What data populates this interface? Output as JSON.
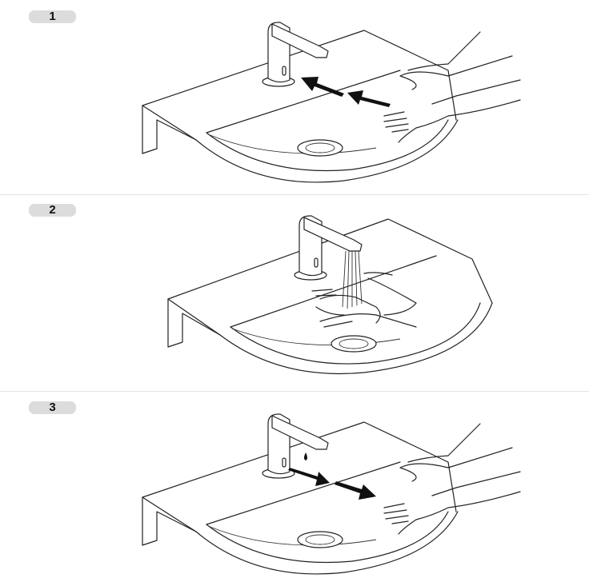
{
  "steps": [
    {
      "number": "1",
      "mode": "approach"
    },
    {
      "number": "2",
      "mode": "wash"
    },
    {
      "number": "3",
      "mode": "withdraw"
    }
  ],
  "colors": {
    "badge": "#dcdcdc",
    "stroke": "#222222",
    "arrow": "#111111",
    "divider": "#e6e6e6"
  }
}
